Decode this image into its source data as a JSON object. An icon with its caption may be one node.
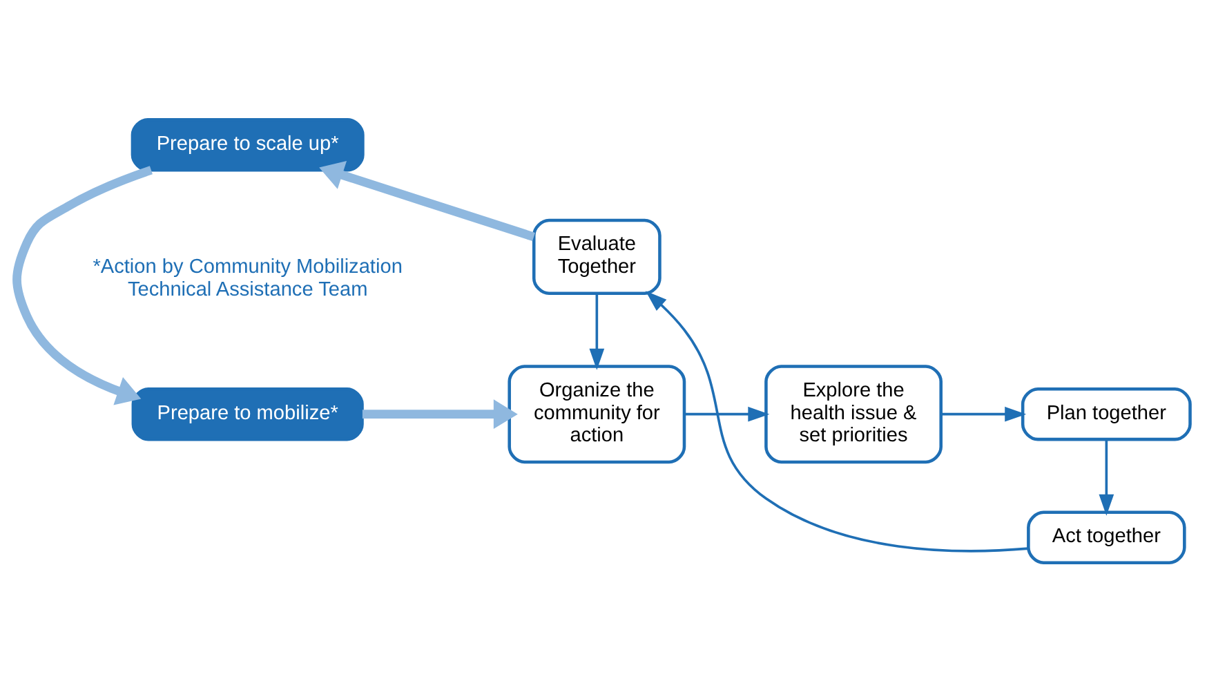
{
  "diagram": {
    "nodes": [
      {
        "text": [
          "Prepare to mobilize*"
        ]
      },
      {
        "text": [
          "Organize the community for action"
        ]
      },
      {
        "text": [
          "Explore the health issue & set priorities"
        ]
      },
      {
        "text": [
          "Plan together"
        ]
      },
      {
        "text": [
          "Act together"
        ]
      },
      {
        "text": [
          "Evaluate Together"
        ]
      },
      {
        "text": [
          "Prepare to scale up*"
        ]
      }
    ],
    "edges": [
      {
        "from": 0,
        "to": 1,
        "arrow": "to",
        "style": "thick",
        "color": "#8fb8df"
      },
      {
        "from": 1,
        "to": 2,
        "arrow": "to"
      },
      {
        "from": 2,
        "to": 3,
        "arrow": "to"
      },
      {
        "from": 3,
        "to": 4,
        "arrow": "to"
      },
      {
        "from": 4,
        "to": 5,
        "arrow": "to"
      },
      {
        "from": 5,
        "to": 1,
        "arrow": "to"
      },
      {
        "from": 5,
        "to": 6,
        "arrow": "to",
        "style": "thick",
        "color": "#8fb8df"
      },
      {
        "from": 6,
        "to": 0,
        "arrow": "to",
        "style": "thick",
        "color": "#8fb8df"
      }
    ],
    "labels": [
      "*Action by Community Mobilization Technical Assistance Team"
    ]
  }
}
